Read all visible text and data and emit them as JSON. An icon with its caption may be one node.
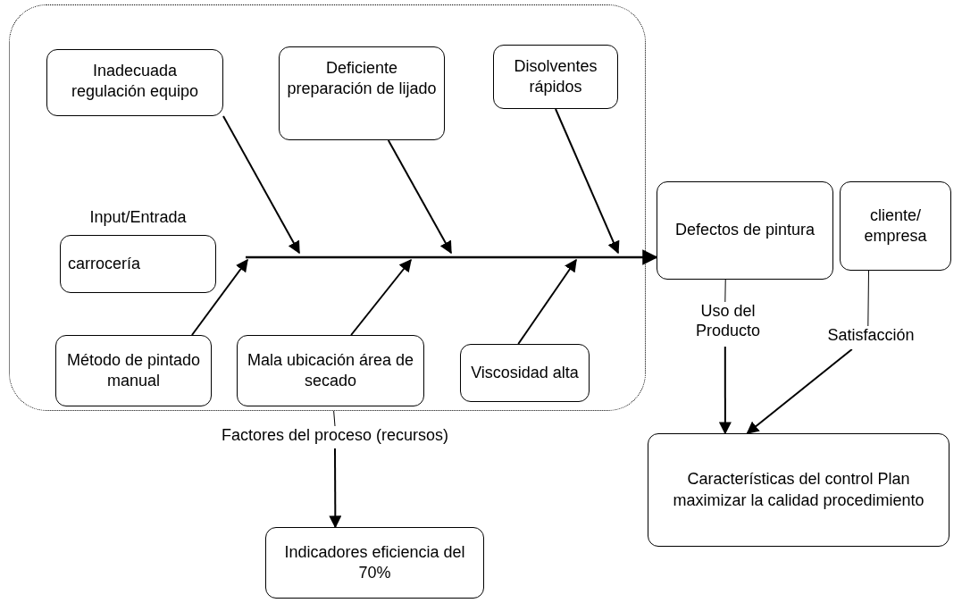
{
  "diagram": {
    "nodes": [
      {
        "text": [],
        "shape": "box"
      },
      {
        "text": [
          "Inadecuada regulación equipo"
        ],
        "in": 0
      },
      {
        "text": [
          "Deficiente preparación de lijado"
        ],
        "in": 0
      },
      {
        "text": [
          "Disolventes rápidos"
        ],
        "in": 0
      },
      {
        "text": [
          "Input/Entrada",
          "carrocería"
        ],
        "in": 0
      },
      {
        "text": [
          "Método de pintado manual"
        ],
        "in": 0
      },
      {
        "text": [
          "Mala ubicación área de secado"
        ],
        "in": 0
      },
      {
        "text": [
          "Viscosidad alta"
        ],
        "in": 0
      },
      {
        "text": [
          "Defectos de pintura"
        ]
      },
      {
        "text": [
          "cliente/ empresa"
        ]
      },
      {
        "text": [
          "Uso del Producto"
        ]
      },
      {
        "text": [
          "Satisfacción"
        ]
      },
      {
        "text": [
          "Características del control Plan maximizar la calidad procedimiento"
        ]
      },
      {
        "text": [
          "Factores del proceso (recursos)"
        ]
      },
      {
        "text": [
          "Indicadores eficiencia del 70%"
        ]
      }
    ],
    "edges": [
      {
        "from": null,
        "to": 8,
        "arrow": "to"
      },
      {
        "from": 1,
        "to": null,
        "arrow": "to"
      },
      {
        "from": 2,
        "to": null,
        "arrow": "to"
      },
      {
        "from": 3,
        "to": null,
        "arrow": "to"
      },
      {
        "from": 5,
        "to": null,
        "arrow": "to"
      },
      {
        "from": 6,
        "to": null,
        "arrow": "to"
      },
      {
        "from": 7,
        "to": null,
        "arrow": "to"
      },
      {
        "from": 8,
        "to": 10,
        "arrow": "none"
      },
      {
        "from": 10,
        "to": 12,
        "arrow": "to"
      },
      {
        "from": 9,
        "to": 11,
        "arrow": "none"
      },
      {
        "from": 11,
        "to": 12,
        "arrow": "to"
      },
      {
        "from": 0,
        "to": 13,
        "arrow": "none"
      },
      {
        "from": 13,
        "to": 14,
        "arrow": "to"
      }
    ]
  }
}
